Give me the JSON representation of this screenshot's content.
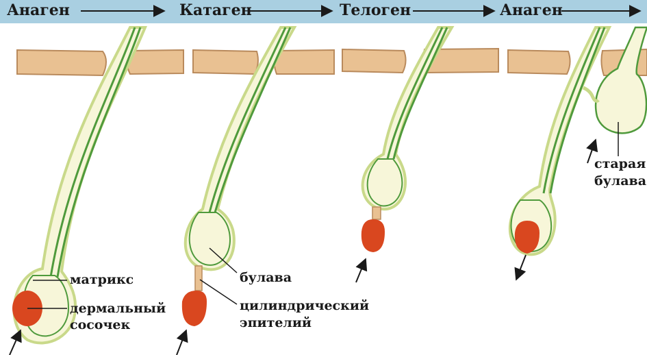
{
  "stages": [
    "Анаген",
    "Катаген",
    "Телоген",
    "Анаген"
  ],
  "labels": {
    "matrix": "матрикс",
    "papilla_line1": "дермальный",
    "papilla_line2": "сосочек",
    "club": "булава",
    "epithelium_line1": "цилиндрический",
    "epithelium_line2": "эпителий",
    "old_club_line1": "старая",
    "old_club_line2": "булава"
  },
  "colors": {
    "band": "#a9cfe1",
    "skin": "#e9c192",
    "skin_edge": "#b98a5c",
    "follicle_fill": "#f7f6d9",
    "outer_sheath": "#c9d98a",
    "hair_green": "#4f9a3c",
    "papilla": "#d9471f",
    "ink": "#1a1a1a"
  }
}
